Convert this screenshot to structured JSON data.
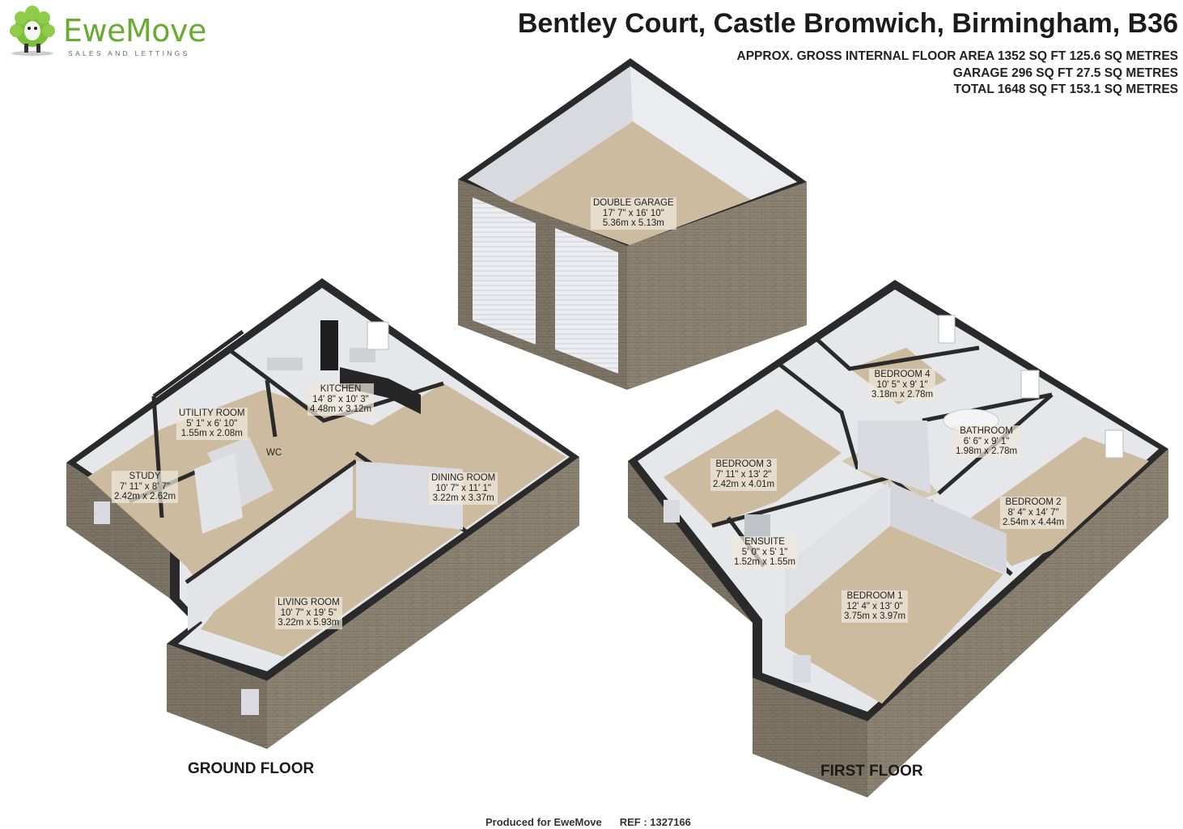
{
  "brand": {
    "name": "EweMove",
    "tagline": "SALES AND LETTINGS"
  },
  "header": {
    "title": "Bentley Court, Castle Bromwich, Birmingham, B36",
    "area_lines": [
      "APPROX. GROSS INTERNAL FLOOR AREA 1352 SQ FT 125.6 SQ METRES",
      "GARAGE 296 SQ FT 27.5 SQ METRES",
      "TOTAL 1648 SQ FT 153.1 SQ METRES"
    ]
  },
  "rooms": {
    "double_garage": {
      "name": "DOUBLE GARAGE",
      "imperial": "17' 7\" x 16' 10\"",
      "metric": "5.36m x 5.13m"
    },
    "kitchen": {
      "name": "KITCHEN",
      "imperial": "14' 8\" x 10' 3\"",
      "metric": "4.48m x 3.12m"
    },
    "utility_room": {
      "name": "UTILITY ROOM",
      "imperial": "5' 1\" x 6' 10\"",
      "metric": "1.55m x 2.08m"
    },
    "wc": {
      "name": "WC"
    },
    "study": {
      "name": "STUDY",
      "imperial": "7' 11\" x 8' 7\"",
      "metric": "2.42m x 2.62m"
    },
    "dining_room": {
      "name": "DINING ROOM",
      "imperial": "10' 7\" x 11' 1\"",
      "metric": "3.22m x 3.37m"
    },
    "living_room": {
      "name": "LIVING ROOM",
      "imperial": "10' 7\" x 19' 5\"",
      "metric": "3.22m x 5.93m"
    },
    "bedroom_4": {
      "name": "BEDROOM 4",
      "imperial": "10' 5\" x 9' 1\"",
      "metric": "3.18m x 2.78m"
    },
    "bathroom": {
      "name": "BATHROOM",
      "imperial": "6' 6\" x 9' 1\"",
      "metric": "1.98m x 2.78m"
    },
    "bedroom_3": {
      "name": "BEDROOM 3",
      "imperial": "7' 11\" x 13' 2\"",
      "metric": "2.42m x 4.01m"
    },
    "bedroom_2": {
      "name": "BEDROOM 2",
      "imperial": "8' 4\" x 14' 7\"",
      "metric": "2.54m x 4.44m"
    },
    "ensuite": {
      "name": "ENSUITE",
      "imperial": "5' 0\" x 5' 1\"",
      "metric": "1.52m x 1.55m"
    },
    "bedroom_1": {
      "name": "BEDROOM 1",
      "imperial": "12' 4\" x 13' 0\"",
      "metric": "3.75m x 3.97m"
    }
  },
  "floors": {
    "ground": "GROUND FLOOR",
    "first": "FIRST FLOOR"
  },
  "footer": {
    "produced": "Produced for EweMove",
    "ref": "REF : 1327166"
  },
  "colors": {
    "floor": "#cdbba0",
    "wall_top": "#2a2a2a",
    "wall_inner": "#e4e6ea",
    "brick": "#8a8070",
    "brand_green": "#6aab33"
  }
}
